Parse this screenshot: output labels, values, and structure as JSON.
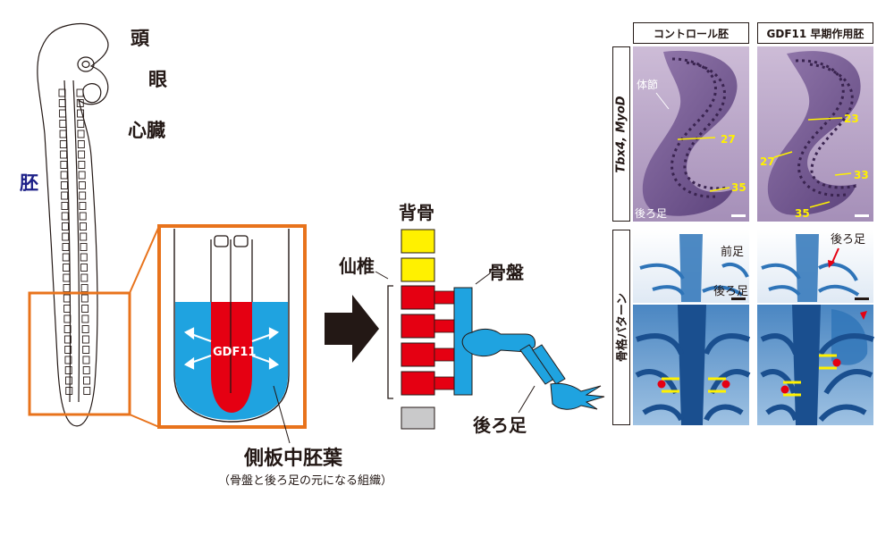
{
  "embryo": {
    "label": "胚",
    "head": "頭",
    "eye": "眼",
    "heart": "心臓"
  },
  "tailbud": {
    "factor": "GDF11",
    "tissue": "側板中胚葉",
    "tissue_note": "（骨盤と後ろ足の元になる組織）"
  },
  "skeleton": {
    "backbone": "背骨",
    "sacrum": "仙椎",
    "pelvis": "骨盤",
    "hindlimb": "後ろ足"
  },
  "panels": {
    "col_control": "コントロール胚",
    "col_treated": "GDF11 早期作用胚",
    "row_genes": "Tbx4, MyoD",
    "row_skeleton": "骨格パターン",
    "somite": "体節",
    "hindlimb": "後ろ足",
    "forelimb": "前足",
    "control_counts": [
      "27",
      "35"
    ],
    "treated_counts": [
      "23",
      "27",
      "33",
      "35"
    ]
  },
  "colors": {
    "orange": "#e8731c",
    "blue": "#1fa3e0",
    "red": "#e50012",
    "yellow": "#fff100",
    "gray": "#c9c9ca",
    "purple": "#7d5f99",
    "skeleton_blue": "#2e74b8"
  }
}
